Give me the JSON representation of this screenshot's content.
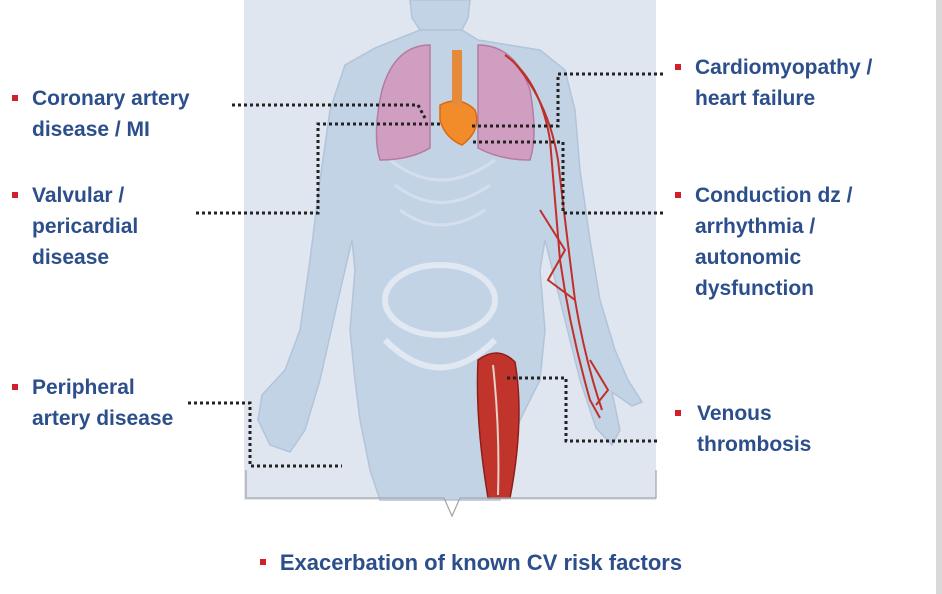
{
  "colors": {
    "label_text": "#2c4f8c",
    "bullet": "#d0202a",
    "panel_bg": "#dfe6ef",
    "body": "#c3d3e6",
    "lung": "#c98bb0",
    "heart": "#f08a2a",
    "vessel": "#c0302a",
    "muscle": "#b8302a",
    "leader_line": "#222222"
  },
  "labels": {
    "coronary": [
      "Coronary artery",
      "disease / MI"
    ],
    "valvular": [
      "Valvular /",
      "pericardial",
      "disease"
    ],
    "peripheral": [
      "Peripheral",
      "artery disease"
    ],
    "cardiomyopathy": [
      "Cardiomyopathy /",
      "heart failure"
    ],
    "conduction": [
      "Conduction dz /",
      "arrhythmia /",
      "autonomic",
      "dysfunction"
    ],
    "venous": [
      "Venous",
      "thrombosis"
    ]
  },
  "footer": "Exacerbation of known CV risk factors"
}
